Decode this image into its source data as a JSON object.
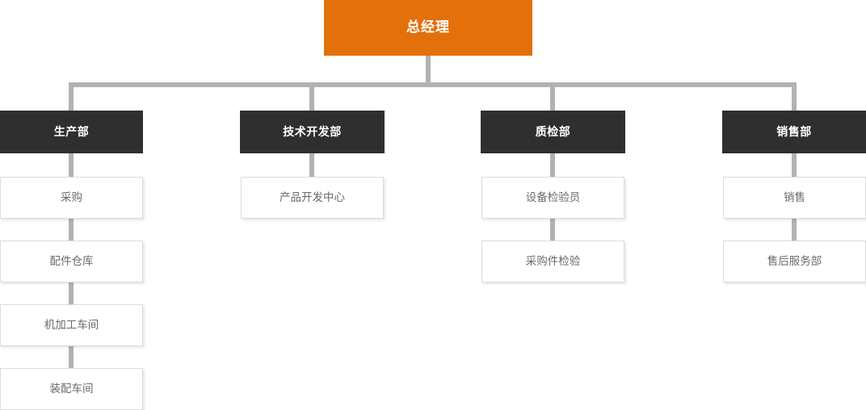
{
  "chart_title": "",
  "colors": {
    "root_bg": "#e3700a",
    "dept_bg": "#2f2f2f",
    "sub_bg": "#ffffff",
    "sub_border": "#dcdcdc",
    "connector": "#b2b2b2",
    "root_text": "#ffffff",
    "dept_text": "#ffffff",
    "sub_text": "#6a6a6a"
  },
  "root": {
    "label": "总经理"
  },
  "departments": [
    {
      "label": "生产部",
      "children": [
        {
          "label": "采购"
        },
        {
          "label": "配件仓库"
        },
        {
          "label": "机加工车间"
        },
        {
          "label": "装配车间"
        }
      ]
    },
    {
      "label": "技术开发部",
      "children": [
        {
          "label": "产品开发中心"
        }
      ]
    },
    {
      "label": "质检部",
      "children": [
        {
          "label": "设备检验员"
        },
        {
          "label": "采购件检验"
        }
      ]
    },
    {
      "label": "销售部",
      "children": [
        {
          "label": "销售"
        },
        {
          "label": "售后服务部"
        }
      ]
    }
  ]
}
